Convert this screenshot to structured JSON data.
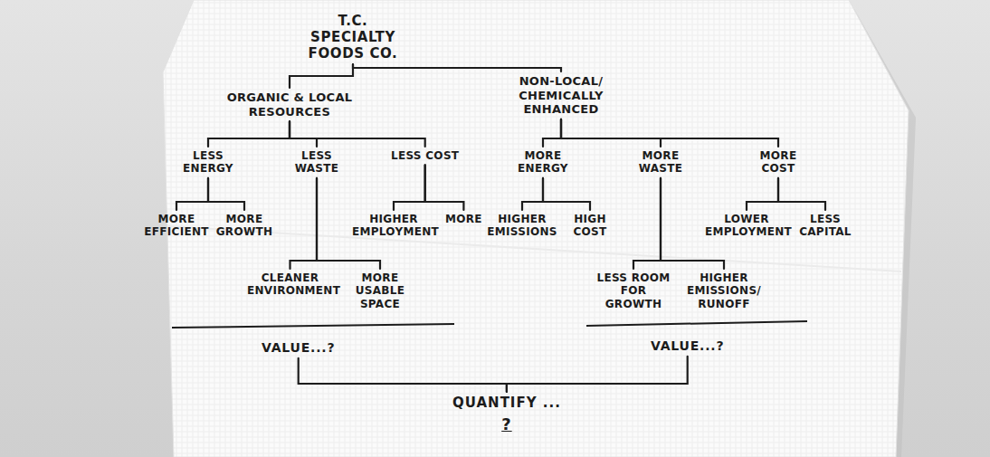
{
  "diagram": {
    "nodes": [
      {
        "text": [
          "T.C. SPECIALTY FOODS CO."
        ]
      },
      {
        "text": [
          "ORGANIC & LOCAL RESOURCES"
        ]
      },
      {
        "text": [
          "NON-LOCAL/ CHEMICALLY ENHANCED"
        ]
      },
      {
        "text": [
          "LESS ENERGY"
        ]
      },
      {
        "text": [
          "LESS WASTE"
        ]
      },
      {
        "text": [
          "LESS COST"
        ]
      },
      {
        "text": [
          "MORE ENERGY"
        ]
      },
      {
        "text": [
          "MORE WASTE"
        ]
      },
      {
        "text": [
          "MORE COST"
        ]
      },
      {
        "text": [
          "MORE EFFICIENT"
        ]
      },
      {
        "text": [
          "MORE GROWTH"
        ]
      },
      {
        "text": [
          "CLEANER ENVIRONMENT"
        ]
      },
      {
        "text": [
          "MORE USABLE SPACE"
        ]
      },
      {
        "text": [
          "HIGHER EMPLOYMENT"
        ]
      },
      {
        "text": [
          "MORE"
        ]
      },
      {
        "text": [
          "HIGHER EMISSIONS"
        ]
      },
      {
        "text": [
          "HIGH COST"
        ]
      },
      {
        "text": [
          "LESS ROOM FOR GROWTH"
        ]
      },
      {
        "text": [
          "HIGHER EMISSIONS/ RUNOFF"
        ]
      },
      {
        "text": [
          "LOWER EMPLOYMENT"
        ]
      },
      {
        "text": [
          "LESS CAPITAL"
        ]
      },
      {
        "text": [
          "VALUE...?"
        ]
      },
      {
        "text": [
          "VALUE...?"
        ]
      },
      {
        "text": [
          "QUANTIFY ...",
          "?"
        ]
      }
    ],
    "edges": [
      {
        "from": 0,
        "to": 1,
        "arrow": "none"
      },
      {
        "from": 0,
        "to": 2,
        "arrow": "none"
      },
      {
        "from": 1,
        "to": 3,
        "arrow": "none"
      },
      {
        "from": 1,
        "to": 4,
        "arrow": "none"
      },
      {
        "from": 1,
        "to": 5,
        "arrow": "none"
      },
      {
        "from": 2,
        "to": 6,
        "arrow": "none"
      },
      {
        "from": 2,
        "to": 7,
        "arrow": "none"
      },
      {
        "from": 2,
        "to": 8,
        "arrow": "none"
      },
      {
        "from": 3,
        "to": 9,
        "arrow": "none"
      },
      {
        "from": 3,
        "to": 10,
        "arrow": "none"
      },
      {
        "from": 4,
        "to": 11,
        "arrow": "none"
      },
      {
        "from": 4,
        "to": 12,
        "arrow": "none"
      },
      {
        "from": 5,
        "to": 13,
        "arrow": "none"
      },
      {
        "from": 5,
        "to": 14,
        "arrow": "none"
      },
      {
        "from": 6,
        "to": 15,
        "arrow": "none"
      },
      {
        "from": 6,
        "to": 16,
        "arrow": "none"
      },
      {
        "from": 7,
        "to": 17,
        "arrow": "none"
      },
      {
        "from": 7,
        "to": 18,
        "arrow": "none"
      },
      {
        "from": 8,
        "to": 19,
        "arrow": "none"
      },
      {
        "from": 8,
        "to": 20,
        "arrow": "none"
      },
      {
        "from": 21,
        "to": 23,
        "arrow": "none"
      },
      {
        "from": 22,
        "to": 23,
        "arrow": "none"
      }
    ]
  }
}
